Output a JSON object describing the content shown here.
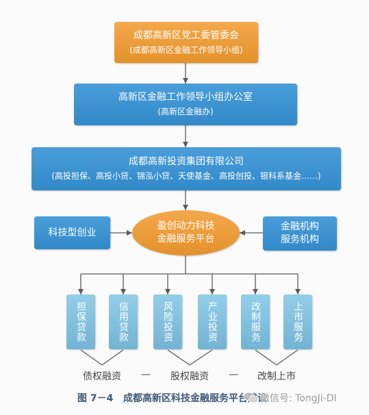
{
  "diagram": {
    "top_box": {
      "line1": "成都高新区党工委管委会",
      "line2": "(成都高新区金融工作领导小组)"
    },
    "office_box": {
      "line1": "高新区金融工作领导小组办公室",
      "line2": "(高新区金融办)"
    },
    "group_box": {
      "line1": "成都高新投资集团有限公司",
      "line2": "(高投担保、高投小贷、锦泓小贷、天使基金、高投创投、银科系基金……)"
    },
    "platform": {
      "line1": "盈创动力科技",
      "line2": "金融服务平台"
    },
    "left_box": {
      "label": "科技型创业"
    },
    "right_box": {
      "line1": "金融机构",
      "line2": "服务机构"
    },
    "services": [
      "担保贷款",
      "信用贷款",
      "风险投资",
      "产业投资",
      "改制服务",
      "上市服务"
    ],
    "categories": [
      "债权融资",
      "股权融资",
      "改制上市"
    ],
    "separator": "—"
  },
  "caption": {
    "figure_no": "图 7－4",
    "title": "成都高新区科技金融服务平台建设"
  },
  "watermark": {
    "icon": "wechat-icon",
    "text": "微信号: TongJi-DI"
  },
  "colors": {
    "orange": "#F29A2E",
    "blue": "#3592D5",
    "light_blue": "#7CC3E4",
    "line": "#5A5A5A",
    "caption": "#3E5878",
    "label": "#444444"
  }
}
